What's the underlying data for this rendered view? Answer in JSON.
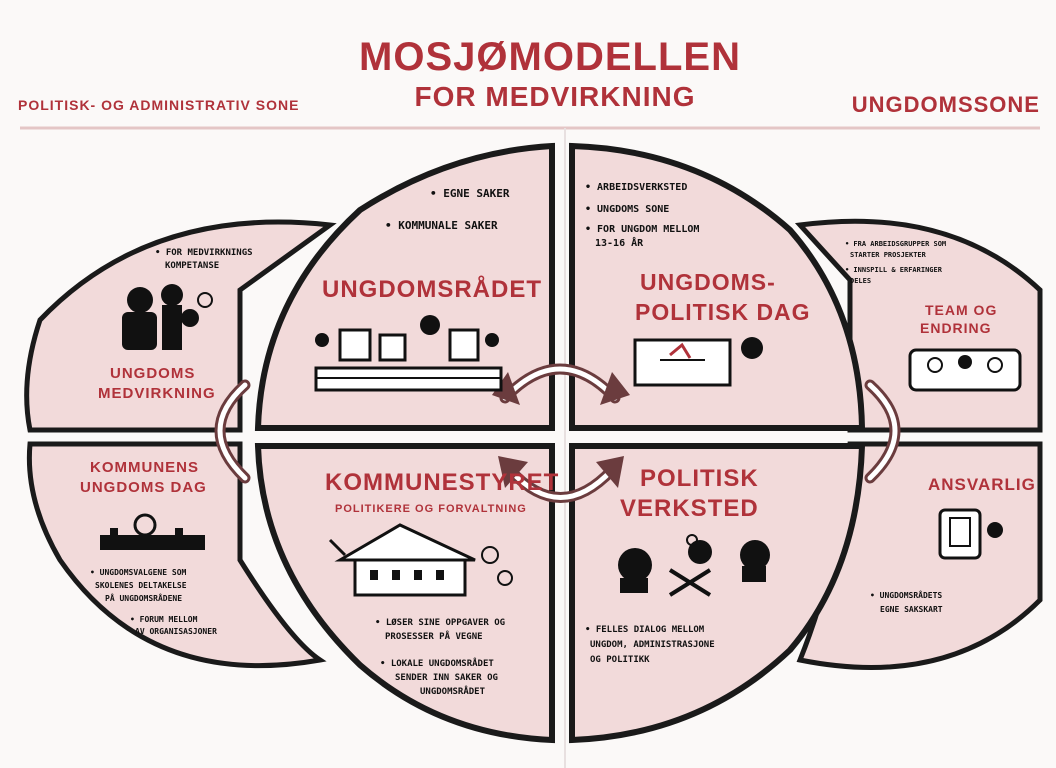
{
  "header": {
    "title": "MOSJØMODELLEN",
    "subtitle": "FOR MEDVIRKNING",
    "left_zone": "POLITISK- OG ADMINISTRATIV SONE",
    "right_zone": "UNGDOMSSONE"
  },
  "sections": {
    "ungdomsradet": {
      "title": "UNGDOMSRÅDET",
      "bullets": [
        "• EGNE SAKER",
        "• KOMMUNALE SAKER"
      ]
    },
    "ungdomspolitisk_dag": {
      "title_line1": "UNGDOMS-",
      "title_line2": "POLITISK DAG",
      "bullets": [
        "• ARBEIDSVERKSTED",
        "• UNGDOMS SONE",
        "• FOR UNGDOM MELLOM",
        "13-16 ÅR"
      ]
    },
    "kommunestyret": {
      "title": "KOMMUNESTYRET",
      "subtitle": "POLITIKERE OG FORVALTNING",
      "bullets": [
        "• LØSER SINE OPPGAVER OG",
        "PROSESSER PÅ VEGNE",
        "• LOKALE UNGDOMSRÅDET",
        "SENDER INN SAKER OG",
        "UNGDOMSRÅDET"
      ]
    },
    "politisk_verksted": {
      "title_line1": "POLITISK",
      "title_line2": "VERKSTED",
      "bullets": [
        "• FELLES DIALOG MELLOM",
        "UNGDOM, ADMINISTRASJONE",
        "OG POLITIKK"
      ]
    },
    "left_top": {
      "bullets": [
        "• FOR MEDVIRKNINGS",
        "KOMPETANSE"
      ],
      "title_line1": "UNGDOMS",
      "title_line2": "MEDVIRKNING"
    },
    "left_bottom": {
      "title_line1": "KOMMUNENS",
      "title_line2": "UNGDOMS DAG",
      "bullets": [
        "• UNGDOMSVALGENE SOM",
        "SKOLENES DELTAKELSE",
        "PÅ UNGDOMSRÅDENE",
        "• FORUM MELLOM",
        "AV ORGANISASJONER"
      ]
    },
    "right_top": {
      "bullets": [
        "• FRA ARBEIDSGRUPPER SOM",
        "STARTER PROSJEKTER",
        "• INNSPILL & ERFARINGER",
        "DELES"
      ],
      "title_line1": "TEAM OG",
      "title_line2": "ENDRING"
    },
    "right_bottom": {
      "title": "ANSVARLIG",
      "bullets": [
        "• UNGDOMSRÅDETS",
        "EGNE SAKSKART"
      ]
    }
  },
  "colors": {
    "fill": "#f2dada",
    "outline": "#1a1a1a",
    "accent_red": "#b0323a",
    "arrow": "#6b3c3e"
  }
}
